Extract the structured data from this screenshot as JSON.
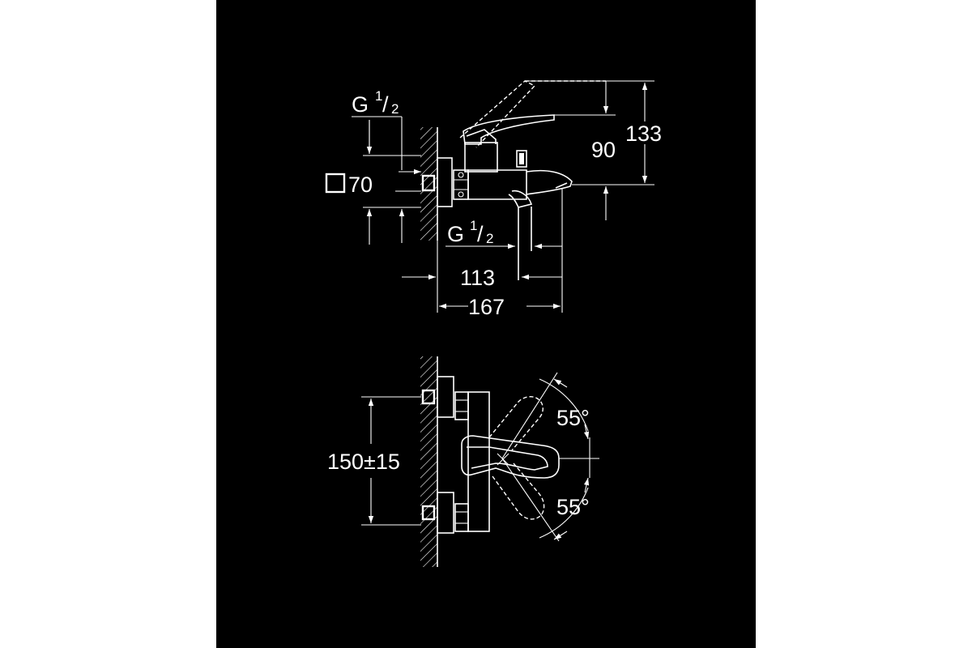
{
  "colors": {
    "page_background": "#ffffff",
    "panel_background": "#000000",
    "line": "#ffffff"
  },
  "top_view": {
    "thread_top": {
      "prefix": "G",
      "numerator": "1",
      "slash": "/",
      "denominator": "2"
    },
    "flange_size": "70",
    "thread_bottom": {
      "prefix": "G",
      "numerator": "1",
      "slash": "/",
      "denominator": "2"
    },
    "dim_height_outer": "133",
    "dim_height_inner": "90",
    "dim_depth_short": "113",
    "dim_depth_long": "167"
  },
  "front_view": {
    "dim_center_distance": "150±15",
    "angle_upper": "55°",
    "angle_lower": "55°"
  }
}
